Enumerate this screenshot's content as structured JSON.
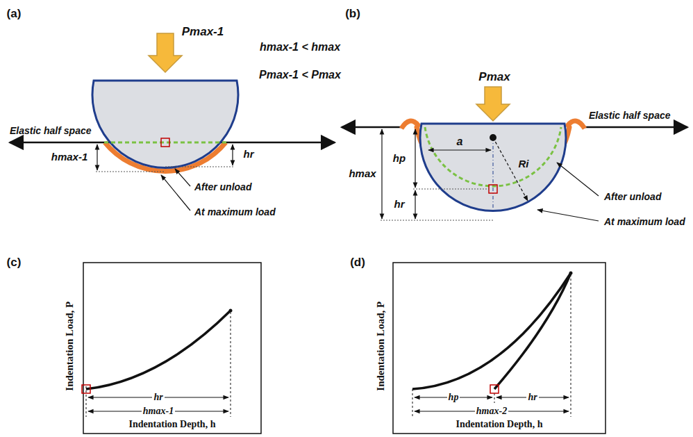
{
  "diagram": {
    "labels": [
      "(a)",
      "Pmax-1",
      "hmax-1 < hmax",
      "Pmax-1 < Pmax",
      "(b)",
      "Pmax",
      "Elastic half space",
      "Elastic half space",
      "hmax-1",
      "hr",
      "After unload",
      "At maximum load",
      "a",
      "Ri",
      "hmax",
      "hp",
      "hr",
      "After unload",
      "At maximum load",
      "(c)",
      "(d)",
      "Indentation Load, P",
      "Indentation Depth, h",
      "hr",
      "hmax-1",
      "Indentation Load, P",
      "Indentation Depth, h",
      "hp",
      "hr",
      "hmax-2"
    ]
  }
}
